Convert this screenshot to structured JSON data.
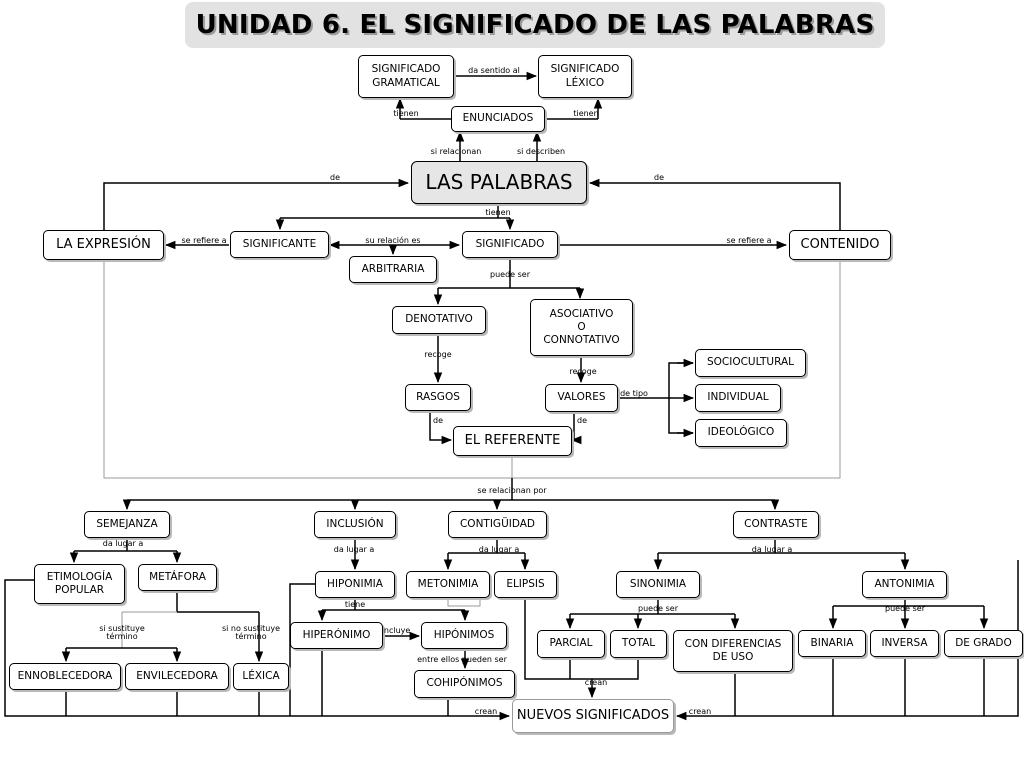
{
  "title": "UNIDAD 6. EL SIGNIFICADO DE LAS PALABRAS",
  "nodes": {
    "sig_gramatical": "SIGNIFICADO\nGRAMATICAL",
    "sig_lexico": "SIGNIFICADO\nLÉXICO",
    "enunciados": "ENUNCIADOS",
    "las_palabras": "LAS PALABRAS",
    "la_expresion": "LA EXPRESIÓN",
    "significante": "SIGNIFICANTE",
    "significado": "SIGNIFICADO",
    "contenido": "CONTENIDO",
    "arbitraria": "ARBITRARIA",
    "denotativo": "DENOTATIVO",
    "asociativo": "ASOCIATIVO\nO\nCONNOTATIVO",
    "sociocultural": "SOCIOCULTURAL",
    "individual": "INDIVIDUAL",
    "ideologico": "IDEOLÓGICO",
    "rasgos": "RASGOS",
    "valores": "VALORES",
    "el_referente": "EL REFERENTE",
    "semejanza": "SEMEJANZA",
    "inclusion": "INCLUSIÓN",
    "contiguidad": "CONTIGÜIDAD",
    "contraste": "CONTRASTE",
    "etimologia": "ETIMOLOGÍA\nPOPULAR",
    "metafora": "METÁFORA",
    "hiponimia": "HIPONIMIA",
    "metonimia": "METONIMIA",
    "elipsis": "ELIPSIS",
    "sinonimia": "SINONIMIA",
    "antonimia": "ANTONIMIA",
    "hiperonimo": "HIPERÓNIMO",
    "hiponimos": "HIPÓNIMOS",
    "parcial": "PARCIAL",
    "total": "TOTAL",
    "con_diferencias": "CON DIFERENCIAS\nDE USO",
    "binaria": "BINARIA",
    "inversa": "INVERSA",
    "de_grado": "DE GRADO",
    "ennoblecedora": "ENNOBLECEDORA",
    "envilecedora": "ENVILECEDORA",
    "lexica": "LÉXICA",
    "cohiponimos": "COHIPÓNIMOS",
    "nuevos_significados": "NUEVOS SIGNIFICADOS"
  },
  "labels": {
    "da_sentido_al": "da sentido al",
    "tienen_left": "tienen",
    "tienen_right": "tienen",
    "si_relacionan": "si relacionan",
    "si_describen": "si describen",
    "de_left": "de",
    "de_right": "de",
    "tienen_center": "tienen",
    "se_refiere_a_left": "se refiere a",
    "su_relacion_es": "su relación es",
    "se_refiere_a_right": "se refiere a",
    "puede_ser": "puede ser",
    "recoge_left": "recoge",
    "recoge_right": "recoge",
    "de_tipo": "de tipo",
    "de_rasgos": "de",
    "de_valores": "de",
    "se_relacionan_por": "se relacionan por",
    "da_lugar_a_1": "da lugar a",
    "da_lugar_a_2": "da lugar a",
    "da_lugar_a_3": "da lugar a",
    "da_lugar_a_4": "da lugar a",
    "tiene": "tiene",
    "incluye": "incluye",
    "entre_ellos": "entre ellos pueden ser",
    "puede_ser_sin": "puede ser",
    "puede_ser_ant": "puede ser",
    "si_sustituye": "si sustituye\ntérmino",
    "si_no_sustituye": "si no sustituye\ntérmino",
    "crean_top": "crean",
    "crean_left": "crean",
    "crean_right": "crean"
  }
}
